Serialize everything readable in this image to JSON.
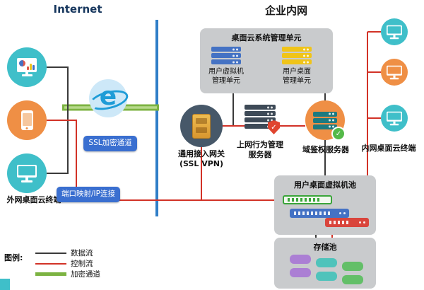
{
  "titles": {
    "internet": "Internet",
    "intranet": "企业内网"
  },
  "external": {
    "terminal_label": "外网桌面云终端",
    "ssl_badge": "SSL加密通道",
    "port_badge": "端口映射/IP连接"
  },
  "gateway": {
    "name_line1": "通用接入网关",
    "name_line2": "(SSL VPN)"
  },
  "management_box": {
    "title": "桌面云系统管理单元",
    "vm_unit": {
      "line1": "用户虚拟机",
      "line2": "管理单元"
    },
    "desktop_unit": {
      "line1": "用户桌面",
      "line2": "管理单元"
    }
  },
  "behavior_server": {
    "line1": "上网行为管理",
    "line2": "服务器"
  },
  "auth_server": {
    "label": "域鉴权服务器"
  },
  "intranet_terminals": {
    "label": "内网桌面云终端"
  },
  "vm_pool": {
    "title": "用户桌面虚拟机池"
  },
  "storage_pool": {
    "title": "存储池"
  },
  "legend": {
    "title": "图例:",
    "items": [
      {
        "label": "数据流",
        "type": "data",
        "color": "#3a3a3a"
      },
      {
        "label": "控制流",
        "type": "control",
        "color": "#d23227"
      },
      {
        "label": "加密通道",
        "type": "encrypted",
        "color": "#7cb342"
      }
    ]
  },
  "colors": {
    "terminal_teal": "#3fbfc9",
    "terminal_orange": "#ef8f45",
    "gateway_slate": "#475869",
    "badge_blue": "#3a6fd0",
    "divider_blue": "#2f7ec7",
    "box_gray": "#c9cbcd",
    "server_blue": "#4472c4",
    "server_yellow": "#f0c419",
    "server_dark": "#3e4a57",
    "shield_red": "#e0452f",
    "check_green": "#54b948",
    "storage_purple": "#ab7fd4",
    "storage_teal": "#4fc3bb",
    "storage_green": "#63bf68"
  }
}
